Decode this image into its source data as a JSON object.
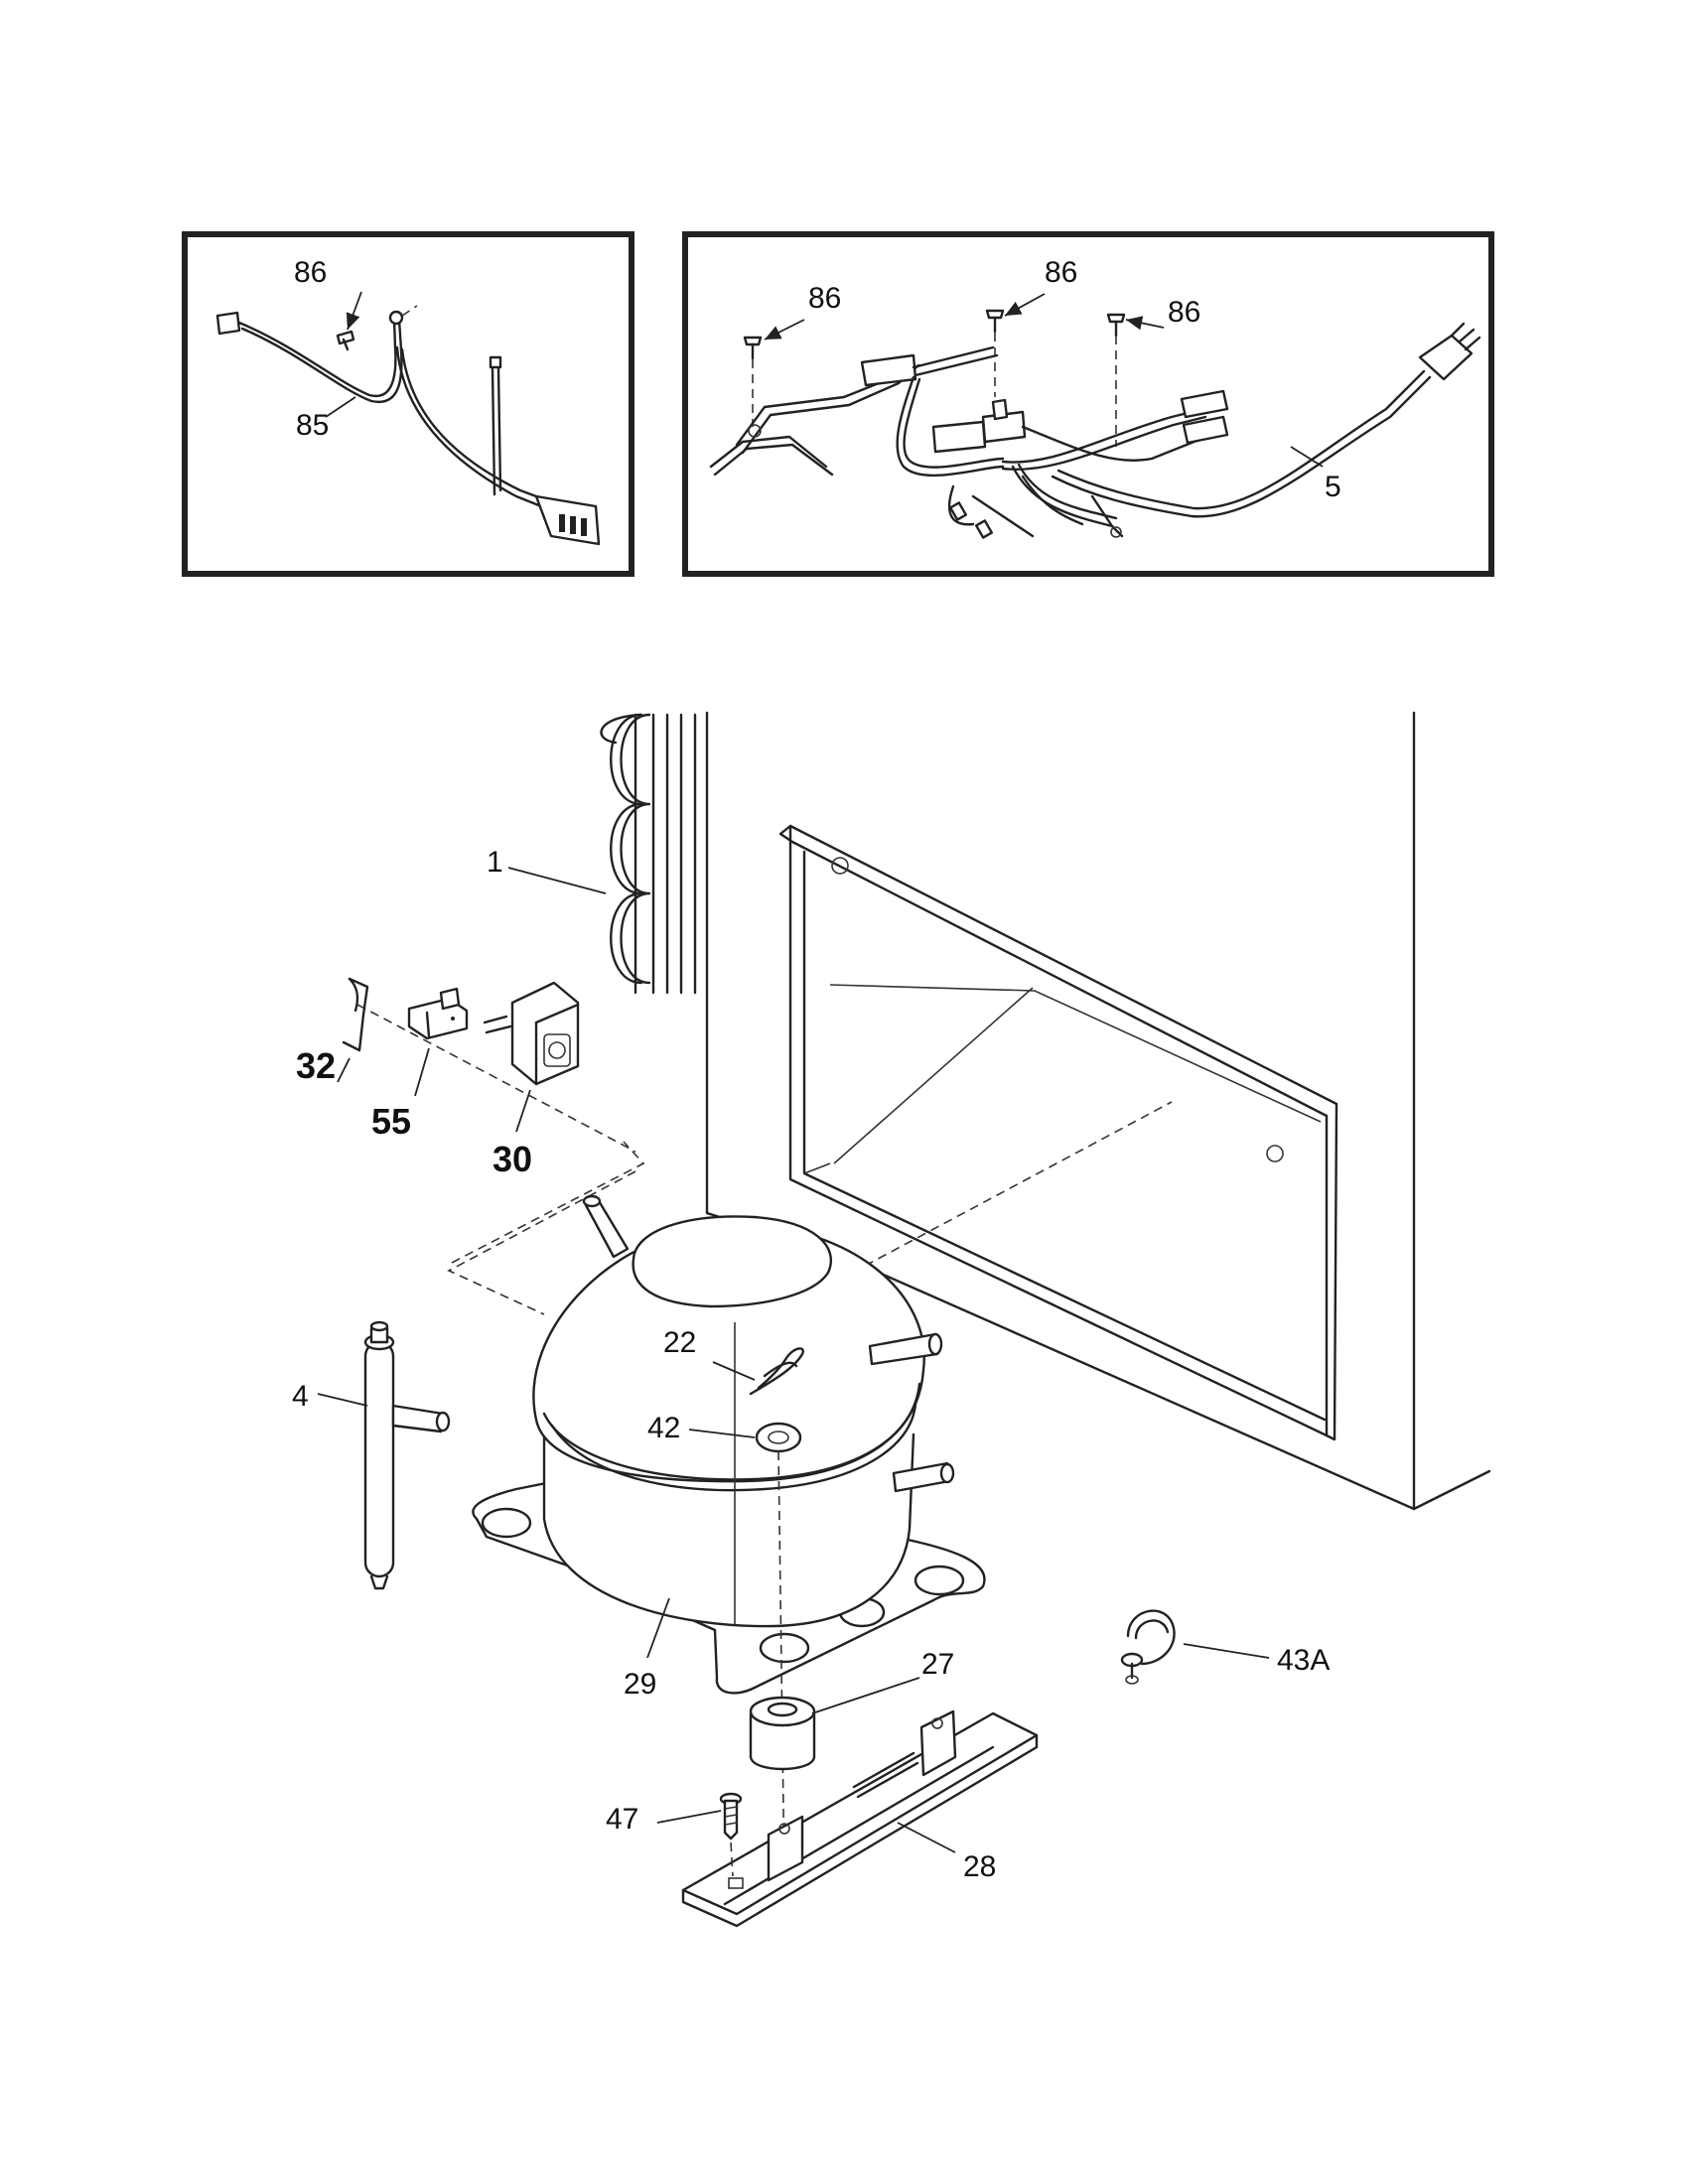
{
  "callouts": {
    "c86_left": "86",
    "c85": "85",
    "c86_a": "86",
    "c86_b": "86",
    "c86_c": "86",
    "c5": "5",
    "c1": "1",
    "c32": "32",
    "c55": "55",
    "c30": "30",
    "c22": "22",
    "c42": "42",
    "c4": "4",
    "c29": "29",
    "c27": "27",
    "c43a": "43A",
    "c47": "47",
    "c28": "28"
  }
}
